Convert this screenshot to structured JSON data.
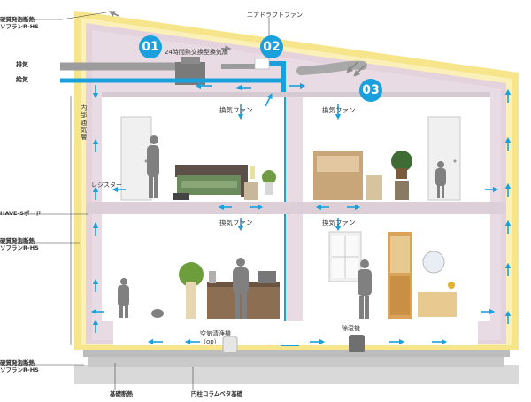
{
  "labels": {
    "roof_insulation": "硬質発泡断熱\nソフランR-HS",
    "air_draft_fan": "エアドラフトファン",
    "erv_unit": "24時間熱交換型換気扇",
    "exhaust": "排気",
    "intake": "給気",
    "inner_vent_layer": "内部通気層",
    "register": "レジスター",
    "have_board": "HAVE-Sボード",
    "wall_insulation": "硬質発泡断熱\nソフランR-HS",
    "floor_insulation": "硬質発泡断熱\nソフランR-HS",
    "foundation_insulation": "基礎断熱",
    "foundation_type": "円柱コラムベタ基礎",
    "vent_fan_2f_left": "換気ファン",
    "vent_fan_2f_right": "換気ファン",
    "vent_fan_1f_left": "換気ファン",
    "vent_fan_1f_right": "換気ファン",
    "air_purifier": "空気清浄機",
    "air_purifier_note": "（op）",
    "dehumidifier": "除湿機"
  },
  "badges": [
    "01",
    "02",
    "03"
  ],
  "colors": {
    "accent_blue": "#1aa0dc",
    "insulation_yellow": "#f6e58a",
    "wall_pink": "#e9dbe3",
    "exhaust_gray": "#9c9c9c"
  }
}
